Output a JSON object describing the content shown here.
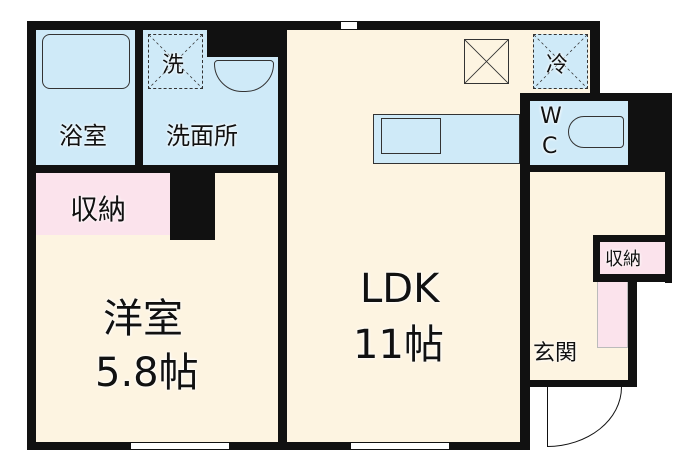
{
  "rooms": {
    "bathroom": "浴室",
    "washroom": "洗面所",
    "washer": "洗",
    "fridge": "冷",
    "wc_w": "W",
    "wc_c": "C",
    "storage_left": "収納",
    "storage_right": "収納",
    "western_name": "洋室",
    "western_size": "5.8帖",
    "ldk_name": "LDK",
    "ldk_size": "11帖",
    "entrance": "玄関"
  },
  "colors": {
    "wet_area": "#cfeaf8",
    "living": "#fdf4e1",
    "storage": "#fbe3ec",
    "wall": "#111111"
  }
}
